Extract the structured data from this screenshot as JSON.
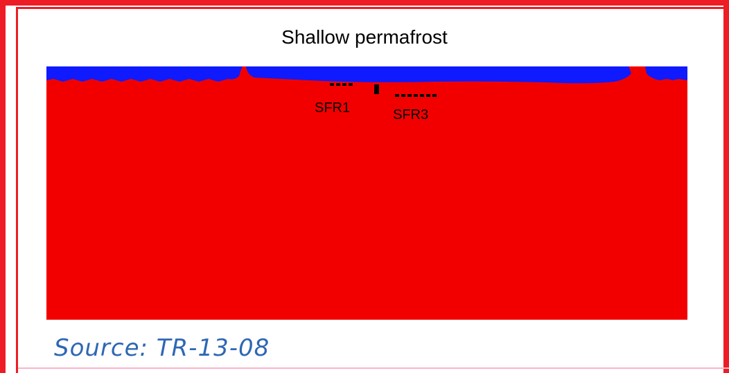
{
  "title": "Shallow permafrost",
  "labels": {
    "sfr1": "SFR1",
    "sfr3": "SFR3"
  },
  "source": "Source: TR-13-08",
  "colors": {
    "frame": "#ee1c24",
    "unfrozen": "#f20000",
    "permafrost": "#0f1aff",
    "repository": "#000000",
    "source_text": "#2e67b4"
  }
}
